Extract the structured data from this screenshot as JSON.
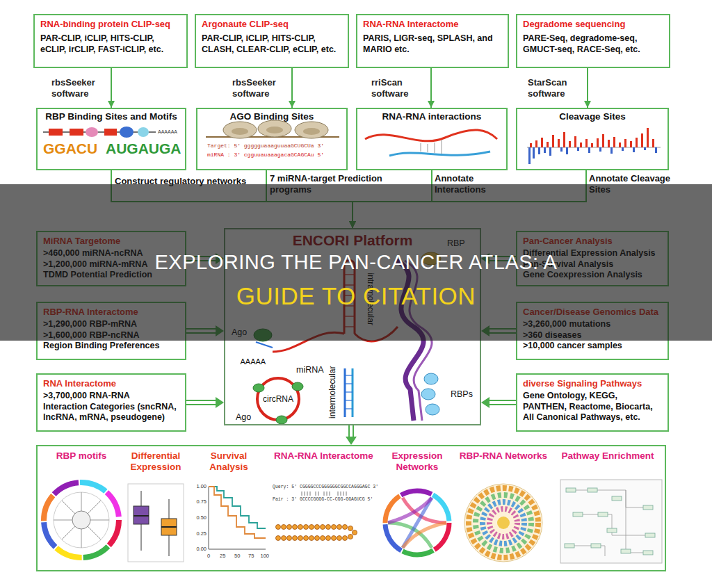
{
  "diagram": {
    "nodes": [
      {
        "text": [
          "RNA-binding protein CLIP-seq",
          "PAR-CLIP, iCLIP, HITS-CLIP, eCLIP, irCLIP, FAST-iCLIP, etc."
        ]
      },
      {
        "text": [
          "Argonaute CLIP-seq",
          "PAR-CLIP, iCLIP, HITS-CLIP, CLASH, CLEAR-CLIP, eCLIP, etc."
        ]
      },
      {
        "text": [
          "RNA-RNA Interactome",
          "PARIS, LIGR-seq, SPLASH, and MARIO etc."
        ]
      },
      {
        "text": [
          "Degradome sequencing",
          "PARE-Seq, degradome-seq, GMUCT-seq, RACE-Seq, etc."
        ]
      },
      {
        "text": [
          "RBP Binding Sites and Motifs",
          "GGACU",
          "AUGAUGA"
        ]
      },
      {
        "text": [
          "AGO Binding Sites",
          "Target: 5' ggggguaaaguuaaGCUGCUa 3'",
          "miRNA : 3' cgguuauaaagacaGCAGCAu 5'"
        ]
      },
      {
        "text": [
          "RNA-RNA interactions"
        ]
      },
      {
        "text": [
          "Cleavage Sites"
        ]
      },
      {
        "text": [
          "ENCORI Platform"
        ]
      },
      {
        "text": [
          "MiRNA Targetome",
          ">460,000 miRNA-ncRNA",
          ">1,200,000 miRNA-mRNA",
          "TDMD Potential Prediction"
        ]
      },
      {
        "text": [
          "RBP-RNA Interactome",
          ">1,290,000 RBP-mRNA",
          ">1,600,000 RBP-ncRNA",
          "Region Binding Preferences"
        ]
      },
      {
        "text": [
          "RNA Interactome",
          ">3,700,000 RNA-RNA",
          "Interaction Categories (sncRNA, lncRNA, mRNA, pseudogene)"
        ]
      },
      {
        "text": [
          "Pan-Cancer Analysis",
          "Differential Expression Analysis",
          "Pan-Survival Analysis",
          "Gene Coexpression Analysis"
        ]
      },
      {
        "text": [
          "Cancer/Disease Genomics Data",
          ">3,260,000 mutations",
          ">360 diseases",
          ">10,000 cancer samples"
        ]
      },
      {
        "text": [
          "diverse Signaling Pathways",
          "Gene Ontology, KEGG, PANTHEN, Reactome, Biocarta, All Canonical Pathways, etc."
        ]
      },
      {
        "text": []
      },
      {
        "text": [
          "RBP motifs"
        ],
        "in": 15
      },
      {
        "text": [
          "Differential Expression"
        ],
        "in": 15
      },
      {
        "text": [
          "Survival Analysis"
        ],
        "in": 15
      },
      {
        "text": [
          "RNA-RNA Interactome"
        ],
        "in": 15
      },
      {
        "text": [
          "Expression Networks"
        ],
        "in": 15
      },
      {
        "text": [
          "RBP-RNA Networks"
        ],
        "in": 15
      },
      {
        "text": [
          "Pathway Enrichment"
        ],
        "in": 15
      }
    ],
    "edges": [
      {
        "from": 0,
        "to": 4,
        "arrow": "to",
        "label": "rbsSeeker software"
      },
      {
        "from": 1,
        "to": 5,
        "arrow": "to",
        "label": "rbsSeeker software"
      },
      {
        "from": 2,
        "to": 6,
        "arrow": "to",
        "label": "rriScan software"
      },
      {
        "from": 3,
        "to": 7,
        "arrow": "to",
        "label": "StarScan software"
      },
      {
        "from": 4,
        "to": 8,
        "arrow": "to"
      },
      {
        "from": 5,
        "to": 8,
        "arrow": "to"
      },
      {
        "from": 6,
        "to": 8,
        "arrow": "to"
      },
      {
        "from": 7,
        "to": 8,
        "arrow": "to"
      },
      {
        "from": 9,
        "to": 8,
        "arrow": "to"
      },
      {
        "from": 10,
        "to": 8,
        "arrow": "to"
      },
      {
        "from": 11,
        "to": 8,
        "arrow": "to"
      },
      {
        "from": 12,
        "to": 8,
        "arrow": "to"
      },
      {
        "from": 13,
        "to": 8,
        "arrow": "to"
      },
      {
        "from": 14,
        "to": 8,
        "arrow": "to"
      },
      {
        "from": 8,
        "to": 15,
        "arrow": "to"
      }
    ],
    "labels": [
      "Construct regulatory networks",
      "7 miRNA-target Prediction programs",
      "Annotate Interactions",
      "Annotate Cleavage Sites",
      "Ago",
      "AAAAA",
      "miRNA",
      "circRNA",
      "Ago",
      "intermolecular",
      "intramolecular",
      "RBP",
      "RBPs",
      "1.00",
      "0.75",
      "0.50",
      "0.25",
      "0.00",
      "0",
      "25",
      "50",
      "75",
      "100",
      "Query: 5' CGGGGCCCGGGGGGCGGCCAGGGAGC 3'",
      "Pair : 3' GCCCCGGGG-CC-CGG-GGAGUCG 5'",
      "AAAAAA",
      "EXPLORING THE PAN-CANCER ATLAS: A",
      "GUIDE TO CITATION"
    ]
  }
}
